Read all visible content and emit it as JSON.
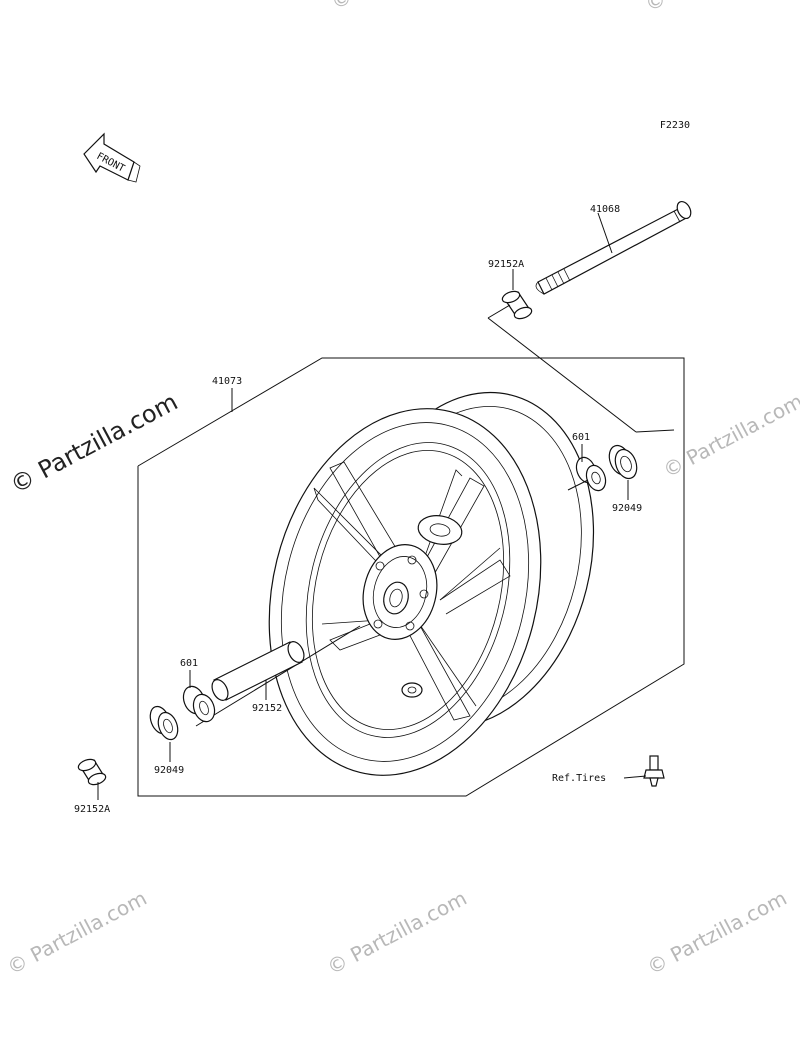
{
  "figure_code": "F2230",
  "front_arrow_label": "FRONT",
  "watermark_text": "© Partzilla.com",
  "parts": {
    "axle": "41068",
    "collar_upper": "92152A",
    "wheel": "41073",
    "bearing_right": "601",
    "seal_right": "92049",
    "bearing_left": "601",
    "collar_center": "92152",
    "seal_left": "92049",
    "collar_lower": "92152A",
    "valve_ref": "Ref.Tires"
  },
  "colors": {
    "line": "#111111",
    "watermark": "#b8b8b8"
  }
}
